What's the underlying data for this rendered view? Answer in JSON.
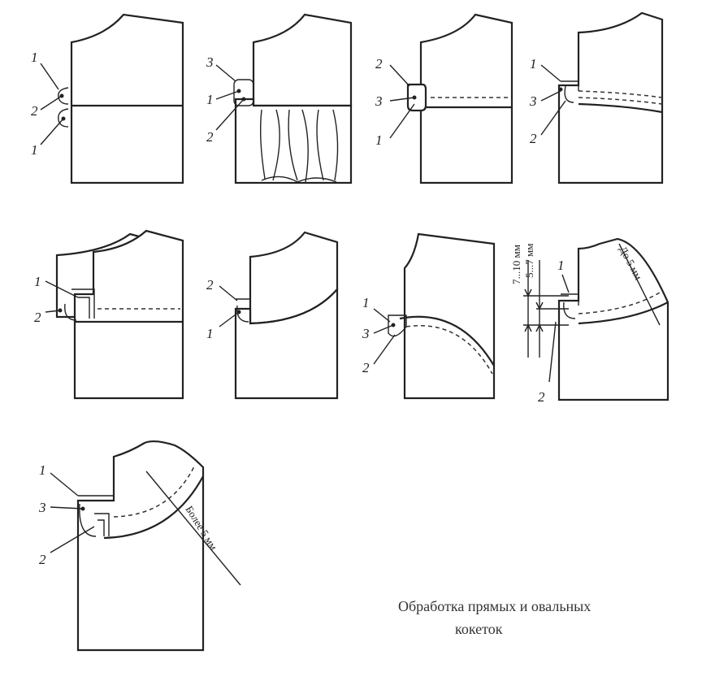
{
  "callouts": {
    "n1": "1",
    "n2": "2",
    "n3": "3"
  },
  "dimensions": {
    "d_7_10": "7...10 мм",
    "d_5_7": "5...7 мм",
    "d_upto5": "До 5 мм",
    "d_more5": "Более 5 мм"
  },
  "caption": {
    "line1": "Обработка прямых и овальных",
    "line2": "кокеток"
  },
  "colors": {
    "ink": "#222222",
    "background": "#ffffff"
  }
}
